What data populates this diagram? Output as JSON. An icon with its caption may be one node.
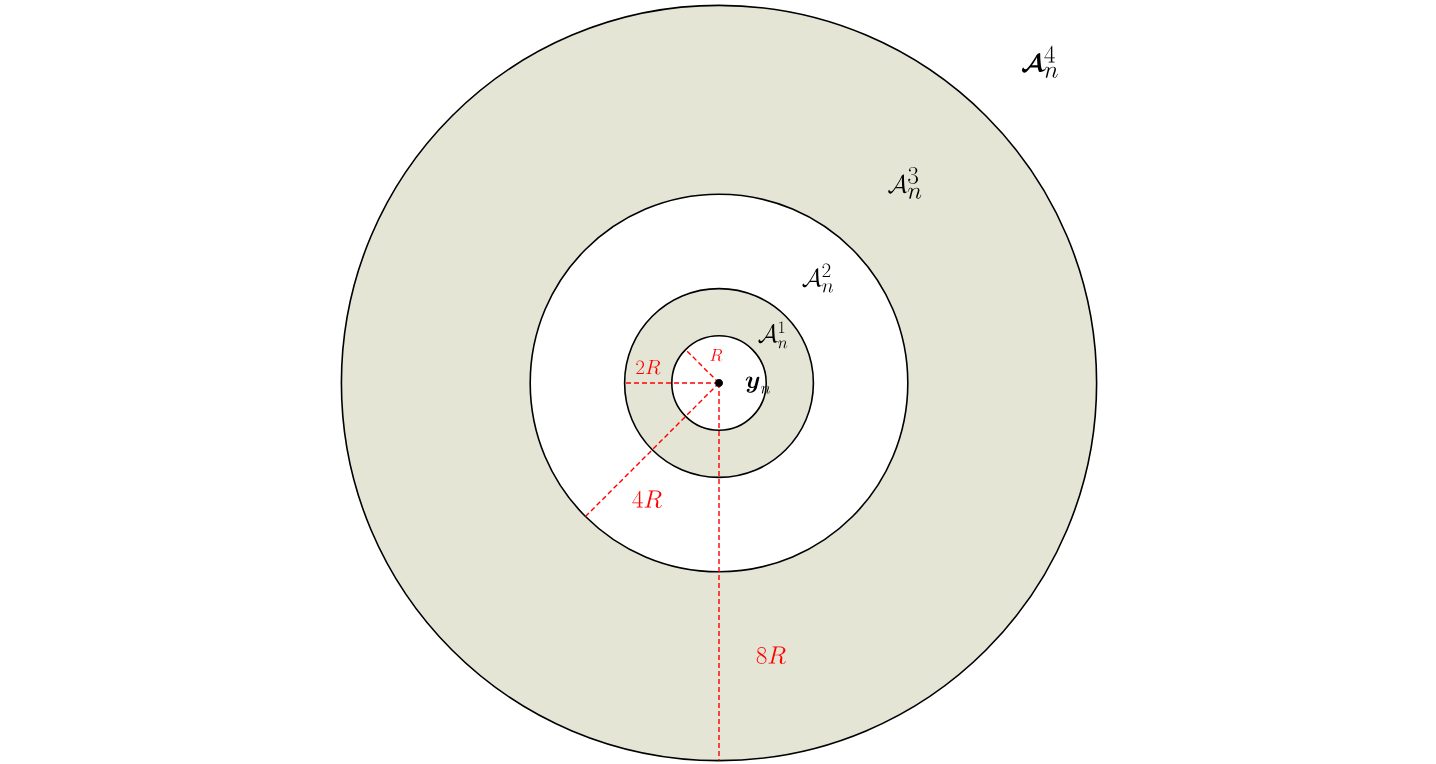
{
  "diagram": {
    "labels": [
      "\\boldsymbol{\\mathcal{A}}_n^4",
      "\\mathcal{A}_n^3",
      "\\mathcal{A}_n^2",
      "\\mathcal{A}_n^1",
      "R",
      "2R",
      "\\boldsymbol{y}_n",
      "4R",
      "8R"
    ]
  }
}
